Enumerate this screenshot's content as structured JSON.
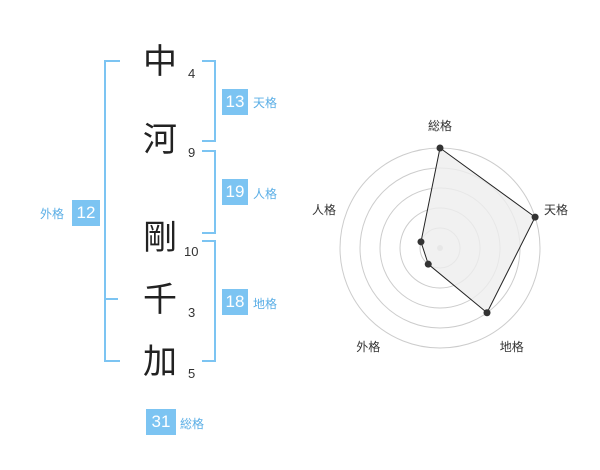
{
  "name": {
    "chars": [
      {
        "char": "中",
        "strokes": "4"
      },
      {
        "char": "河",
        "strokes": "9"
      },
      {
        "char": "剛",
        "strokes": "10"
      },
      {
        "char": "千",
        "strokes": "3"
      },
      {
        "char": "加",
        "strokes": "5"
      }
    ]
  },
  "fortunes": {
    "tenkaku": {
      "value": "13",
      "label": "天格"
    },
    "jinkaku": {
      "value": "19",
      "label": "人格"
    },
    "chikaku": {
      "value": "18",
      "label": "地格"
    },
    "gaikaku": {
      "value": "12",
      "label": "外格"
    },
    "soukaku": {
      "value": "31",
      "label": "総格"
    }
  },
  "chart_data": {
    "type": "radar",
    "axes": [
      "総格",
      "天格",
      "地格",
      "外格",
      "人格"
    ],
    "values": [
      5,
      5,
      4,
      1,
      1
    ],
    "max": 5,
    "rings": 5
  },
  "colors": {
    "accent": "#7cc4f2",
    "accent_text": "#5aaee6",
    "radar_fill": "#eeeeee",
    "radar_line": "#222222"
  }
}
